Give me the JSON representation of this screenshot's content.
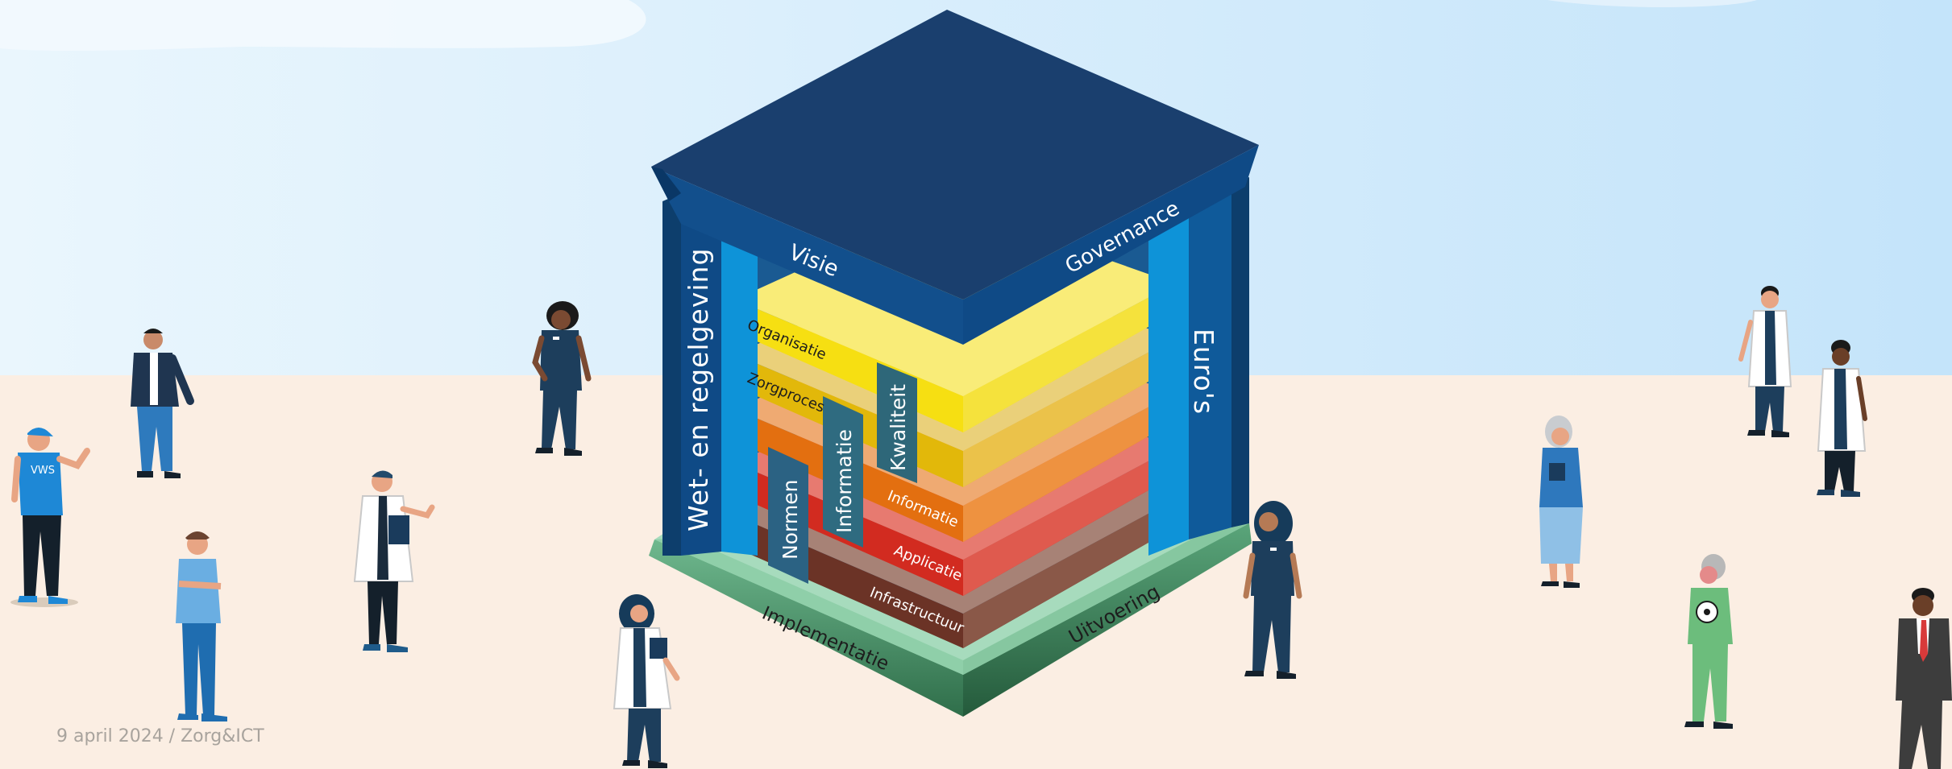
{
  "footer": {
    "date_event": "9 april 2024 / Zorg&ICT"
  },
  "pillars": {
    "left": "Wet- en regelgeving",
    "right": "Euro's"
  },
  "roof": {
    "left": "Visie",
    "right": "Governance"
  },
  "base": {
    "left": "Implementatie",
    "right": "Uitvoering"
  },
  "layers": {
    "organisatie": "Organisatie",
    "zorgproces": "Zorgproces",
    "informatie": "Informatie",
    "applicatie": "Applicatie",
    "infrastructuur": "Infrastructuur"
  },
  "vertical_bars": {
    "normen": "Normen",
    "informatie": "Informatie",
    "kwaliteit": "Kwaliteit"
  },
  "people": {
    "vws_shirt": "VWS"
  },
  "colors": {
    "sky": "#d6ecfb",
    "ground": "#fbeee3",
    "roof": "#1a3f6e",
    "pillar_dark": "#0f4a7e",
    "pillar_light": "#0e93d8",
    "base": "#9ed3b3",
    "layer_organisatie": "#f5e21a",
    "layer_zorgproces": "#e8c443",
    "layer_informatie": "#eb8a35",
    "layer_applicatie": "#d93a2e",
    "layer_infrastructuur": "#7d4b3c",
    "bars": "#2c6a8a"
  }
}
